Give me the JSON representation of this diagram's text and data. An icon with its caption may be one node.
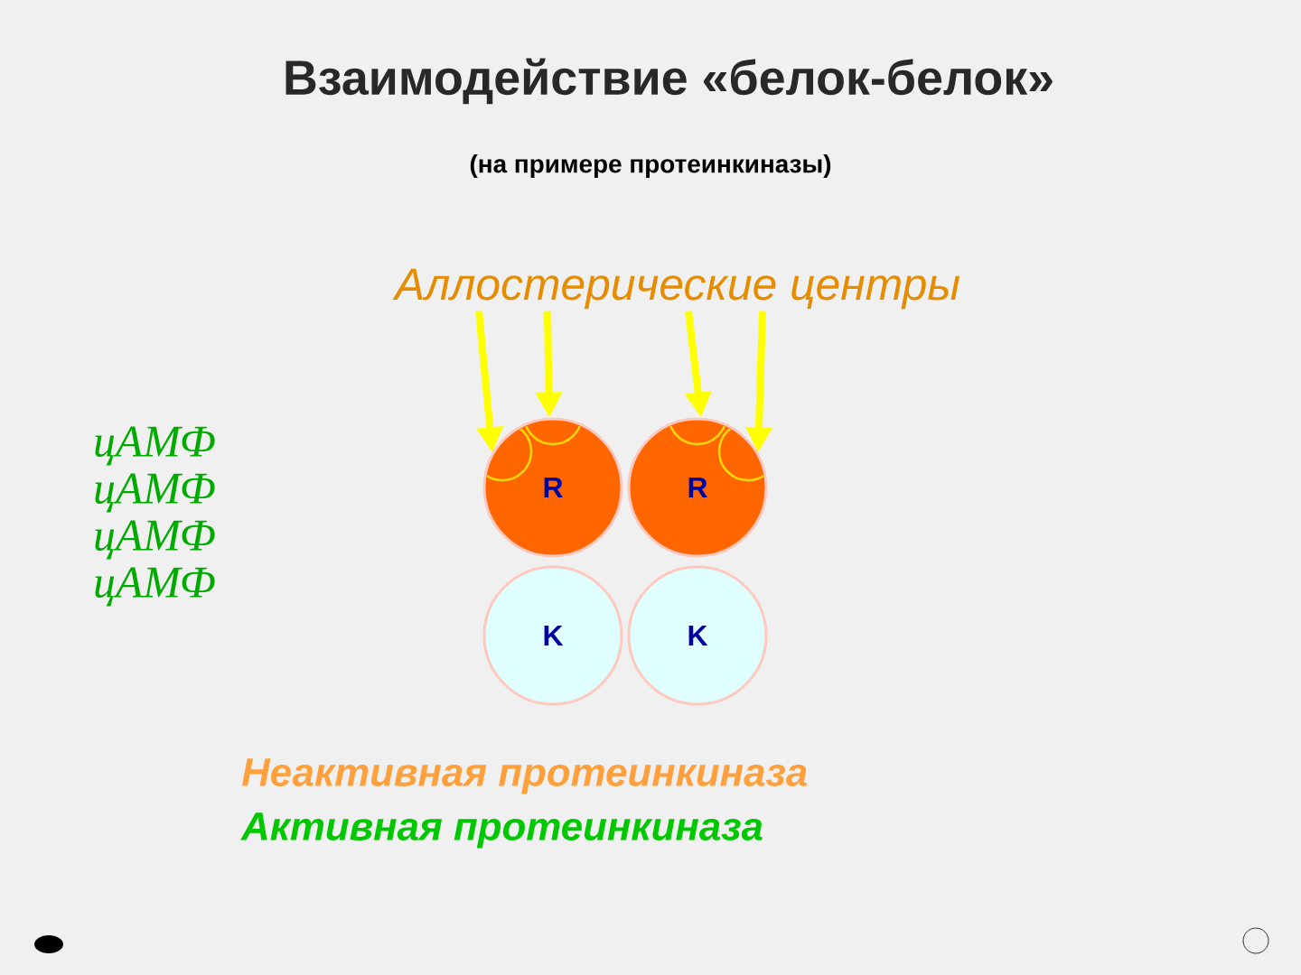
{
  "diagram": {
    "title": "Взаимодействие «белок-белок»",
    "nodes": [
      {
        "text": [
          "Аллостерические центры"
        ]
      },
      {
        "text": [
          "R"
        ]
      },
      {
        "text": [
          "R"
        ]
      },
      {
        "text": [
          "K"
        ]
      },
      {
        "text": [
          "K"
        ]
      }
    ],
    "edges": [
      {
        "from": 0,
        "to": 1,
        "arrow": "to",
        "color": "#ffff00"
      },
      {
        "from": 0,
        "to": 1,
        "arrow": "to",
        "color": "#ffff00"
      },
      {
        "from": 0,
        "to": 2,
        "arrow": "to",
        "color": "#ffff00"
      },
      {
        "from": 0,
        "to": 2,
        "arrow": "to",
        "color": "#ffff00"
      }
    ],
    "labels": [
      "(на примере протеинкиназы)",
      "цАМФ",
      "цАМФ",
      "цАМФ",
      "цАМФ",
      "Неактивная протеинкиназа",
      "Активная протеинкиназа"
    ]
  }
}
